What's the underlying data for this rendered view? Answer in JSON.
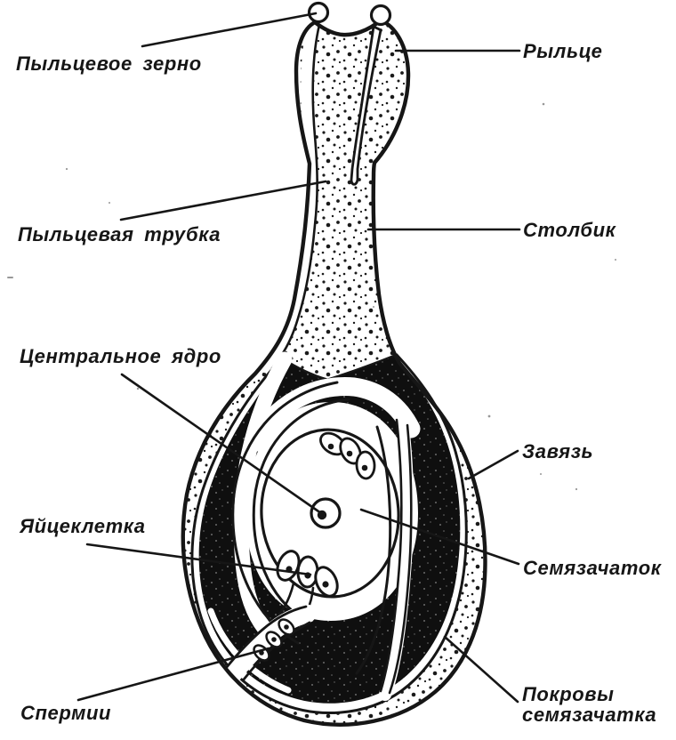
{
  "diagram": {
    "subject": "pistil-longitudinal-section",
    "labels": {
      "pollen_grain": "Пыльцевое зерно",
      "stigma": "Рыльце",
      "pollen_tube": "Пыльцевая трубка",
      "style_column": "Столбик",
      "central_nucleus": "Центральное ядро",
      "ovary": "Завязь",
      "egg_cell": "Яйцеклетка",
      "ovule": "Семязачаток",
      "sperm": "Спермии",
      "integuments_line1": "Покровы",
      "integuments_line2": "семязачатка"
    },
    "colors": {
      "ink": "#161616",
      "paper": "#ffffff"
    }
  }
}
